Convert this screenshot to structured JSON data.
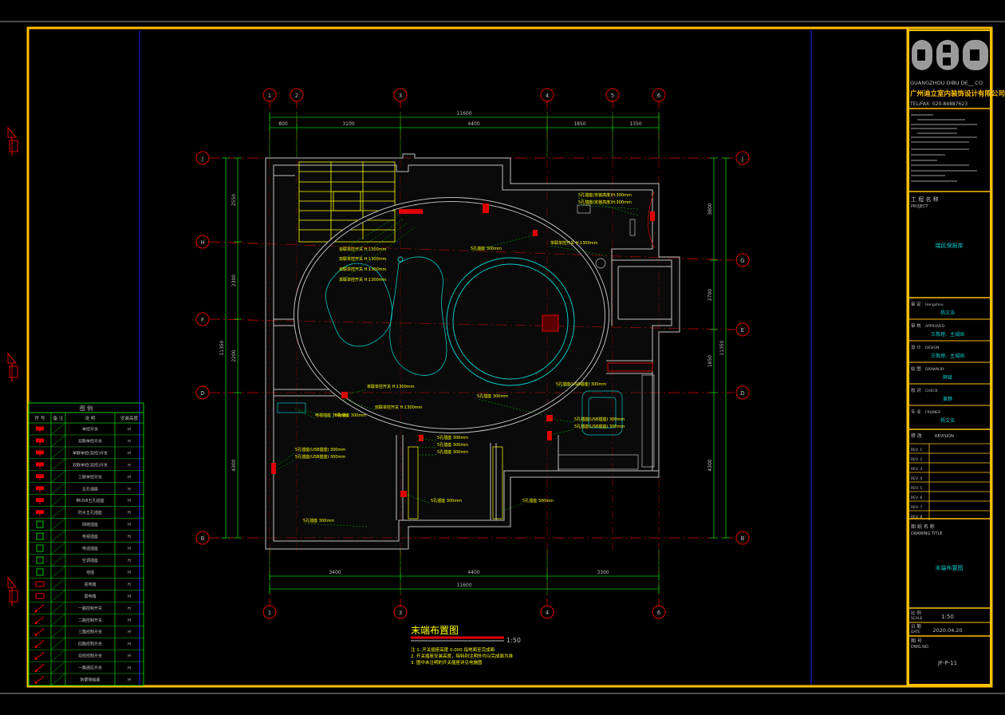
{
  "titleblock": {
    "logo": "DBD",
    "company_en": "GUANGZHOU DIBU DE__ CO",
    "company_cn": "广州迪立室内装饰设计有限公司",
    "tel": "TEL/FAX: 020-84887623",
    "project_label": "工 程 名 称",
    "project_label_en": "PROJECT",
    "project_name": "瑞民保报库",
    "roles": [
      {
        "label": "审 定",
        "en": "Hengshou",
        "value": "杨文浩"
      },
      {
        "label": "审 核",
        "en": "APPROVED",
        "value": "王敬理、主城国"
      },
      {
        "label": "设 计",
        "en": "DESIGN",
        "value": "王敬理、主城国"
      },
      {
        "label": "绘 图",
        "en": "DRAWN BY",
        "value": "薛斌"
      },
      {
        "label": "校 对",
        "en": "CHECK",
        "value": "黄静"
      },
      {
        "label": "专 业",
        "en": "FROMER",
        "value": "杨文浩"
      }
    ],
    "rev_label": "修 改",
    "rev_label_en": "REVISION",
    "revs": [
      "REV. 1",
      "REV. 2",
      "REV. 3",
      "REV. 4",
      "REV. 5",
      "REV. 6",
      "REV. 7",
      "REV. 8"
    ],
    "drawing_title_label": "图 纸 名 称",
    "drawing_title_label_en": "DRAWING TITLE",
    "drawing_title": "末端布置图",
    "scale_label": "比 例",
    "scale_label_en": "SCALE",
    "scale": "1:50",
    "date_label": "日 期",
    "date_label_en": "DATE",
    "date": "2020.04.20",
    "number_label": "图 号",
    "number_label_en": "DWG.NO",
    "number": "JF-P-11"
  },
  "plan": {
    "title": "末端布置图",
    "scale": "1:50",
    "notes": [
      "注  1. 开关插座高度 0.000 指地面至完成面",
      "     2. 开关插座安装高度，除特别注明外均以完成面为准",
      "     3. 图中未注明的开关插座详见电施图"
    ],
    "grid_top": [
      "1",
      "2",
      "3",
      "4",
      "5",
      "6"
    ],
    "grid_bottom": [
      "1",
      "3",
      "4",
      "6"
    ],
    "grid_left": [
      "J",
      "H",
      "F",
      "D",
      "B"
    ],
    "grid_right": [
      "J",
      "G",
      "E",
      "D",
      "B"
    ],
    "dims_top_total": "11600",
    "dims_top": [
      "800",
      "3100",
      "4400",
      "1850",
      "1350"
    ],
    "dims_bottom_total": "11600",
    "dims_bottom": [
      "3400",
      "4400",
      "3300"
    ],
    "dims_left_total": "11350",
    "dims_left": [
      "2550",
      "2300",
      "2200",
      "4300"
    ],
    "dims_right_total": "11350",
    "dims_right": [
      "3800",
      "2700",
      "1850",
      "4300"
    ],
    "callouts": [
      "5孔插座(安装高度)H:300mm",
      "5孔插座(安装高度)H:300mm",
      "单联单控开关 H:1300mm",
      "双联单控开关 H:1300mm",
      "双联单控开关 H:1300mm",
      "单联单控开关 H:1300mm",
      "5孔插座 300mm",
      "单联单控开关 H:1300mm",
      "单联单控开关 H:1300mm",
      "5孔插座 300mm",
      "5孔插座(USB插座) 300mm",
      "5孔插座(USB插座) 300mm",
      "双联单控开关 H:1300mm",
      "电视插座 300mm",
      "5孔插座 300mm",
      "5孔插座 300mm",
      "5孔插座 300mm",
      "5孔插座(USB插座) 300mm",
      "5孔插座(USB插座) 300mm",
      "5孔插座 300mm",
      "5孔插座 300mm",
      "5孔插座 300mm",
      "5孔插座(USB插座) 300mm",
      "5孔插座 300mm"
    ]
  },
  "legend": {
    "title": "图 例",
    "headers": [
      "符 号",
      "备 注",
      "说 明",
      "安装高度"
    ],
    "rows": [
      [
        "",
        "",
        "单控开关",
        "H"
      ],
      [
        "",
        "",
        "双联单控开关",
        "H"
      ],
      [
        "",
        "",
        "单联单控(双控)开关",
        "H"
      ],
      [
        "",
        "",
        "双联单控(双控)开关",
        "H"
      ],
      [
        "",
        "",
        "三联单控开关",
        "H"
      ],
      [
        "",
        "",
        "五孔插座",
        "H"
      ],
      [
        "",
        "",
        "带USB五孔插座",
        "H"
      ],
      [
        "",
        "",
        "防水五孔插座",
        "H"
      ],
      [
        "",
        "",
        "网络插座",
        "H"
      ],
      [
        "",
        "",
        "电视插座",
        "H"
      ],
      [
        "",
        "",
        "电话插座",
        "H"
      ],
      [
        "",
        "",
        "空调插座",
        "H"
      ],
      [
        "",
        "",
        "地插",
        "H"
      ],
      [
        "",
        "",
        "强电箱",
        "H"
      ],
      [
        "",
        "",
        "弱电箱",
        "H"
      ],
      [
        "",
        "",
        "一路控制开关",
        "H"
      ],
      [
        "",
        "",
        "二路控制开关",
        "H"
      ],
      [
        "",
        "",
        "三路控制开关",
        "H"
      ],
      [
        "",
        "",
        "四路控制开关",
        "H"
      ],
      [
        "",
        "",
        "双控控制开关",
        "H"
      ],
      [
        "",
        "",
        "一路感应开关",
        "H"
      ],
      [
        "",
        "",
        "防雾镜插座",
        "H"
      ]
    ]
  },
  "colors": {
    "frame": "#ffc000",
    "grid": "#e00000",
    "wall": "#c0c0c0",
    "cyan": "#00c8c8",
    "green": "#00c800",
    "yellow": "#ffff00",
    "blue": "#2020ff",
    "magenta": "#e000e0"
  }
}
